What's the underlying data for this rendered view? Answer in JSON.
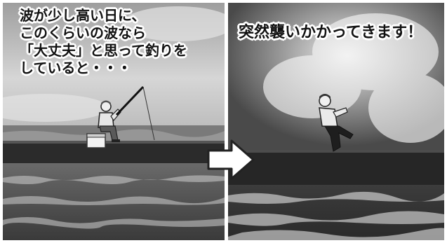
{
  "left_caption": {
    "line1": "波が少し高い日に、",
    "line2": "このくらいの波なら",
    "line3": "「大丈夫」と思って釣りを",
    "line4": "していると・・・"
  },
  "right_caption": "突然襲いかかってきます！",
  "colors": {
    "sky": "#bdbdbd",
    "sea": "#4a4a4a",
    "seawall": "#2b2b2b",
    "arrow": "#ffffff",
    "text": "#111111"
  },
  "icons": {
    "arrow": "arrow-right-icon"
  }
}
